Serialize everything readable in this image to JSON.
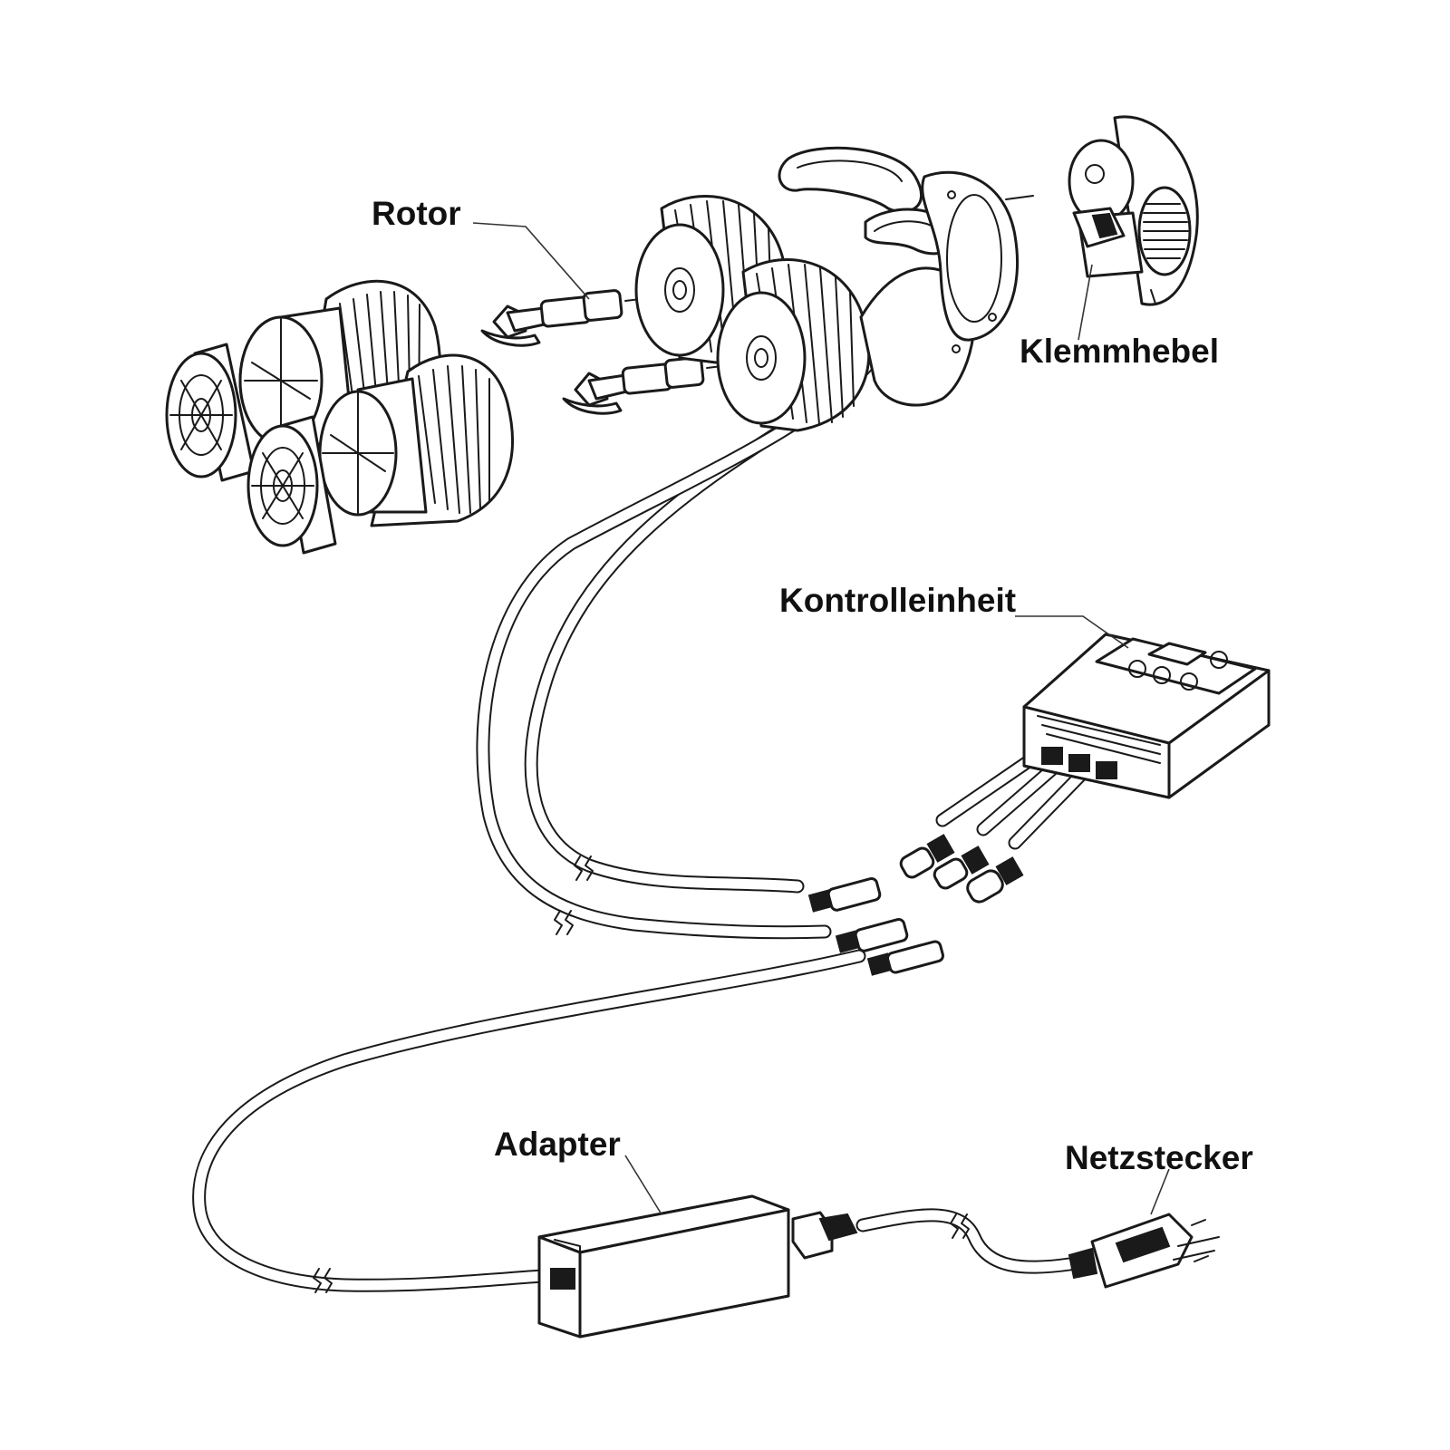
{
  "labels": {
    "rotor": "Rotor",
    "klemmhebel": "Klemmhebel",
    "kontrolleinheit": "Kontrolleinheit",
    "adapter": "Adapter",
    "netzstecker": "Netzstecker"
  },
  "colors": {
    "line": "#1a1a1a",
    "background": "#ffffff",
    "label_text": "#111111"
  }
}
